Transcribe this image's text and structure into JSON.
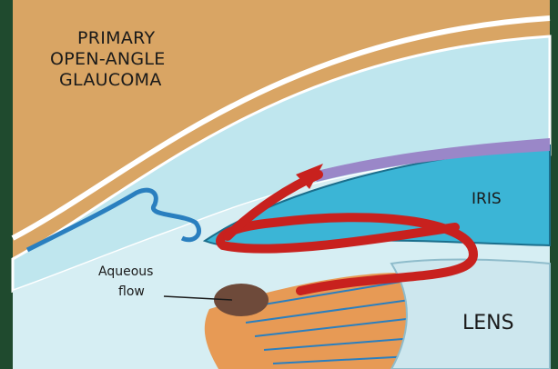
{
  "diagram": {
    "title_lines": [
      "PRIMARY",
      "OPEN-ANGLE",
      "GLAUCOMA"
    ],
    "labels": {
      "iris": "IRIS",
      "lens": "LENS",
      "aqueous_flow_lines": [
        "Aqueous",
        "flow"
      ]
    },
    "colors": {
      "frame": "#1f4a2e",
      "background": "#d9a564",
      "cornea": "#bfe6ee",
      "anterior_chamber": "#d6eef3",
      "iris": "#3bb5d6",
      "iris_edge": "#9a87c8",
      "lens": "#cde7ee",
      "ciliary_body": "#e79a55",
      "flow_arrow": "#c8211e",
      "trabecular_meshwork": "#2a7fbf"
    }
  }
}
